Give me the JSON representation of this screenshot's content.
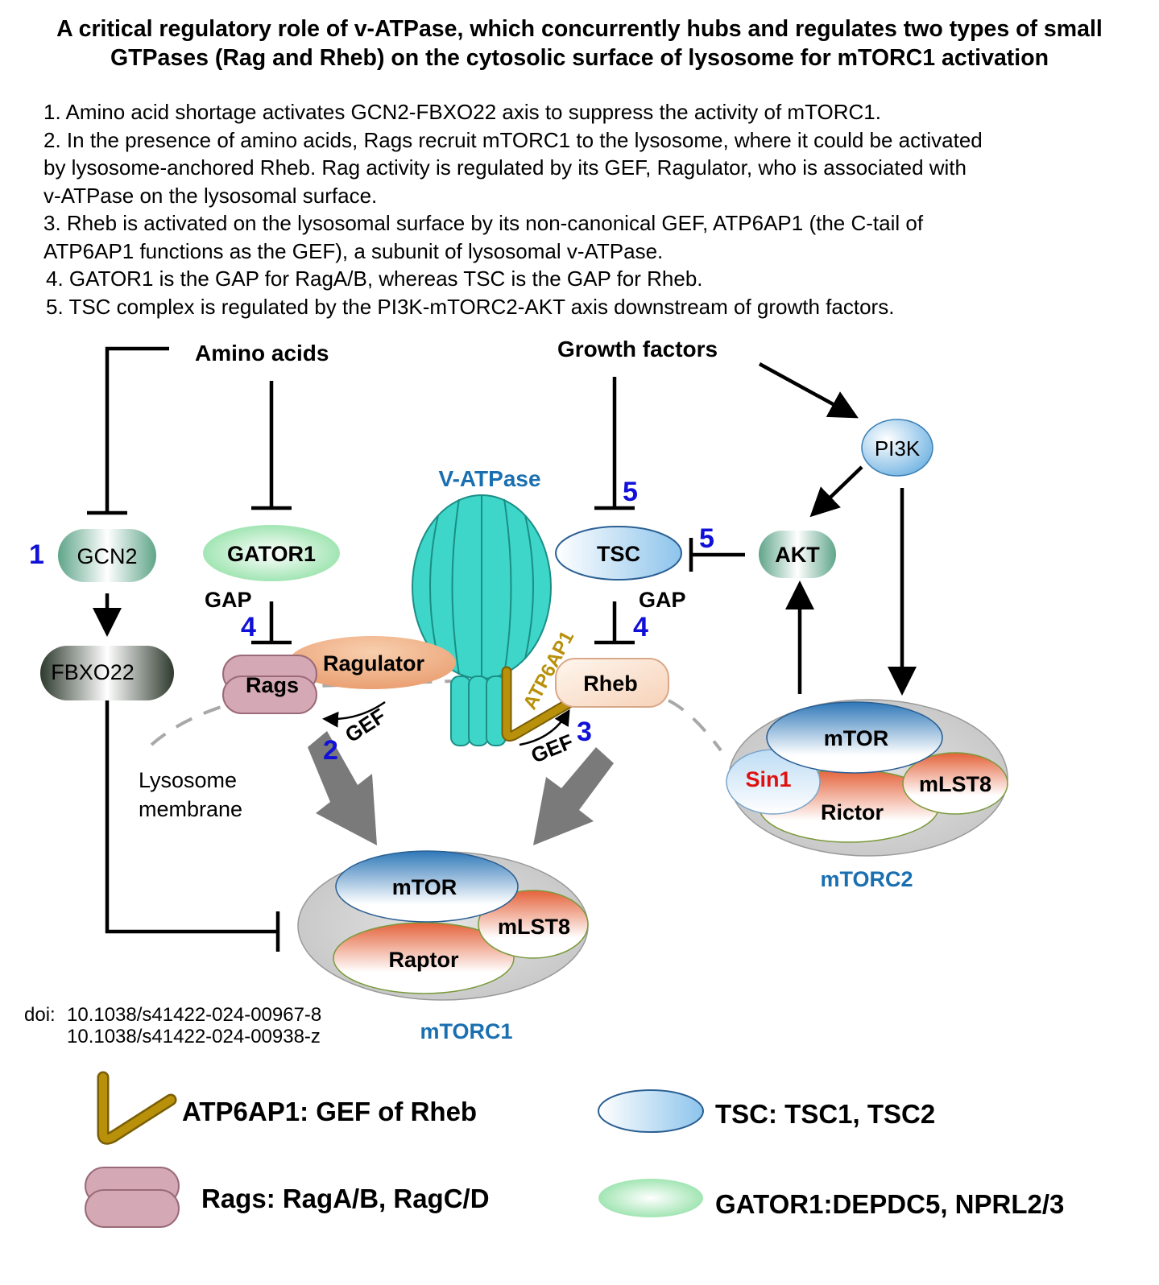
{
  "title": {
    "line1": "A critical regulatory role of v-ATPase, which concurrently hubs and regulates two types of small",
    "line2": "GTPases (Rag and Rheb) on the cytosolic surface of lysosome for mTORC1 activation"
  },
  "points": [
    "1. Amino acid shortage activates GCN2-FBXO22 axis to suppress the activity of mTORC1.",
    "2. In the presence of amino acids, Rags recruit mTORC1 to the lysosome, where it could be activated",
    "by lysosome-anchored Rheb. Rag activity is regulated by its GEF, Ragulator, who is associated with",
    "v-ATPase on the lysosomal surface.",
    "3. Rheb is activated on the lysosomal surface by its non-canonical GEF, ATP6AP1 (the C-tail of",
    "ATP6AP1 functions as the GEF), a subunit of lysosomal v-ATPase.",
    "4. GATOR1 is the GAP for RagA/B, whereas TSC is the GAP for Rheb.",
    "5. TSC complex is regulated by the PI3K-mTORC2-AKT axis downstream of growth factors."
  ],
  "diagram": {
    "amino_acids": "Amino acids",
    "growth_factors": "Growth factors",
    "v_atpase": "V-ATPase",
    "gcn2": "GCN2",
    "fbxo22": "FBXO22",
    "gator1": "GATOR1",
    "tsc": "TSC",
    "pi3k": "PI3K",
    "akt": "AKT",
    "rags": "Rags",
    "ragulator": "Ragulator",
    "rheb": "Rheb",
    "atp6ap1": "ATP6AP1",
    "gap": "GAP",
    "gef": "GEF",
    "n1": "1",
    "n2": "2",
    "n3": "3",
    "n4": "4",
    "n5": "5",
    "lysosome_line1": "Lysosome",
    "lysosome_line2": "membrane",
    "mtor": "mTOR",
    "mlst8": "mLST8",
    "raptor": "Raptor",
    "rictor": "Rictor",
    "sin1": "Sin1",
    "mtorc1": "mTORC1",
    "mtorc2": "mTORC2",
    "doi_label": "doi:",
    "doi1": "10.1038/s41422-024-00967-8",
    "doi2": "10.1038/s41422-024-00938-z"
  },
  "legend": {
    "atp6ap1": "ATP6AP1: GEF of Rheb",
    "rags": "Rags: RagA/B, RagC/D",
    "tsc": "TSC: TSC1, TSC2",
    "gator1": "GATOR1:DEPDC5, NPRL2/3"
  },
  "colors": {
    "number_blue": "#1010d8",
    "complex_blue": "#1a6fb0",
    "v_atpase": "#3dd6c8",
    "atp6ap1_gold": "#b8900a",
    "rags_pink": "#d4a8b4",
    "sin1_red": "#e01010"
  }
}
